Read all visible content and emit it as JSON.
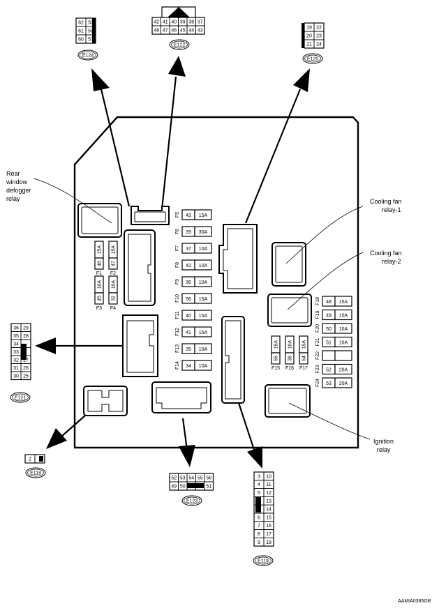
{
  "labels": {
    "rear_defogger": [
      "Rear",
      "window",
      "defogger",
      "relay"
    ],
    "cooling_fan_1": [
      "Cooling fan",
      "relay-1"
    ],
    "cooling_fan_2": [
      "Cooling fan",
      "relay-2"
    ],
    "ignition": [
      "Ignition",
      "relay"
    ],
    "reference": "AAMIA0385GB"
  },
  "connectors": {
    "E124": {
      "id": "E124",
      "rows": [
        [
          "62",
          "59"
        ],
        [
          "61",
          "58"
        ],
        [
          "60",
          "57"
        ]
      ]
    },
    "E122": {
      "id": "E122",
      "rows": [
        [
          "42",
          "41",
          "40",
          "39",
          "38",
          "37"
        ],
        [
          "48",
          "47",
          "46",
          "45",
          "44",
          "43"
        ]
      ]
    },
    "E120": {
      "id": "E120",
      "rows": [
        [
          "19",
          "22"
        ],
        [
          "20",
          "23"
        ],
        [
          "21",
          "24"
        ]
      ]
    },
    "E121": {
      "id": "E121",
      "rows": [
        [
          "36",
          "29"
        ],
        [
          "35",
          "28"
        ],
        [
          "34",
          ""
        ],
        [
          "33",
          ""
        ],
        [
          "32",
          "27"
        ],
        [
          "31",
          "26"
        ],
        [
          "30",
          "25"
        ]
      ]
    },
    "E118": {
      "id": "E118",
      "rows": [
        [
          "2",
          "1"
        ]
      ]
    },
    "E123": {
      "id": "E123",
      "rows": [
        [
          "52",
          "53",
          "54",
          "55",
          "56"
        ],
        [
          "49",
          "50",
          "",
          "",
          "51"
        ]
      ]
    },
    "E119": {
      "id": "E119",
      "rows": [
        [
          "3",
          "10"
        ],
        [
          "4",
          "11"
        ],
        [
          "5",
          "12"
        ],
        [
          "",
          "13"
        ],
        [
          "",
          "14"
        ],
        [
          "6",
          "15"
        ],
        [
          "7",
          "16"
        ],
        [
          "8",
          "17"
        ],
        [
          "9",
          "18"
        ]
      ]
    }
  },
  "fuses_center": [
    {
      "name": "F5",
      "pin": "43",
      "amp": "15A"
    },
    {
      "name": "F6",
      "pin": "39",
      "amp": "30A"
    },
    {
      "name": "F7",
      "pin": "37",
      "amp": "10A"
    },
    {
      "name": "F8",
      "pin": "42",
      "amp": "10A"
    },
    {
      "name": "F9",
      "pin": "36",
      "amp": "10A"
    },
    {
      "name": "F10",
      "pin": "56",
      "amp": "15A"
    },
    {
      "name": "F11",
      "pin": "40",
      "amp": "15A"
    },
    {
      "name": "F12",
      "pin": "41",
      "amp": "15A"
    },
    {
      "name": "F13",
      "pin": "35",
      "amp": "10A"
    },
    {
      "name": "F14",
      "pin": "34",
      "amp": "10A"
    }
  ],
  "fuses_right": [
    {
      "name": "F18",
      "pin": "48",
      "amp": "15A"
    },
    {
      "name": "F19",
      "pin": "49",
      "amp": "10A"
    },
    {
      "name": "F20",
      "pin": "50",
      "amp": "10A"
    },
    {
      "name": "F21",
      "pin": "51",
      "amp": "10A"
    },
    {
      "name": "F22",
      "pin": "",
      "amp": ""
    },
    {
      "name": "F23",
      "pin": "52",
      "amp": "20A"
    },
    {
      "name": "F24",
      "pin": "53",
      "amp": "20A"
    }
  ],
  "fuses_left": [
    {
      "name": "F1",
      "pin": "46",
      "amp": "15A"
    },
    {
      "name": "F2",
      "pin": "47",
      "amp": "15A"
    },
    {
      "name": "F3",
      "pin": "45",
      "amp": "10A"
    },
    {
      "name": "F4",
      "pin": "32",
      "amp": "10A"
    }
  ],
  "fuses_lower": [
    {
      "name": "F15",
      "pin": "55",
      "amp": "15A"
    },
    {
      "name": "F16",
      "pin": "38",
      "amp": "10A"
    },
    {
      "name": "F17",
      "pin": "54",
      "amp": "15A"
    }
  ]
}
